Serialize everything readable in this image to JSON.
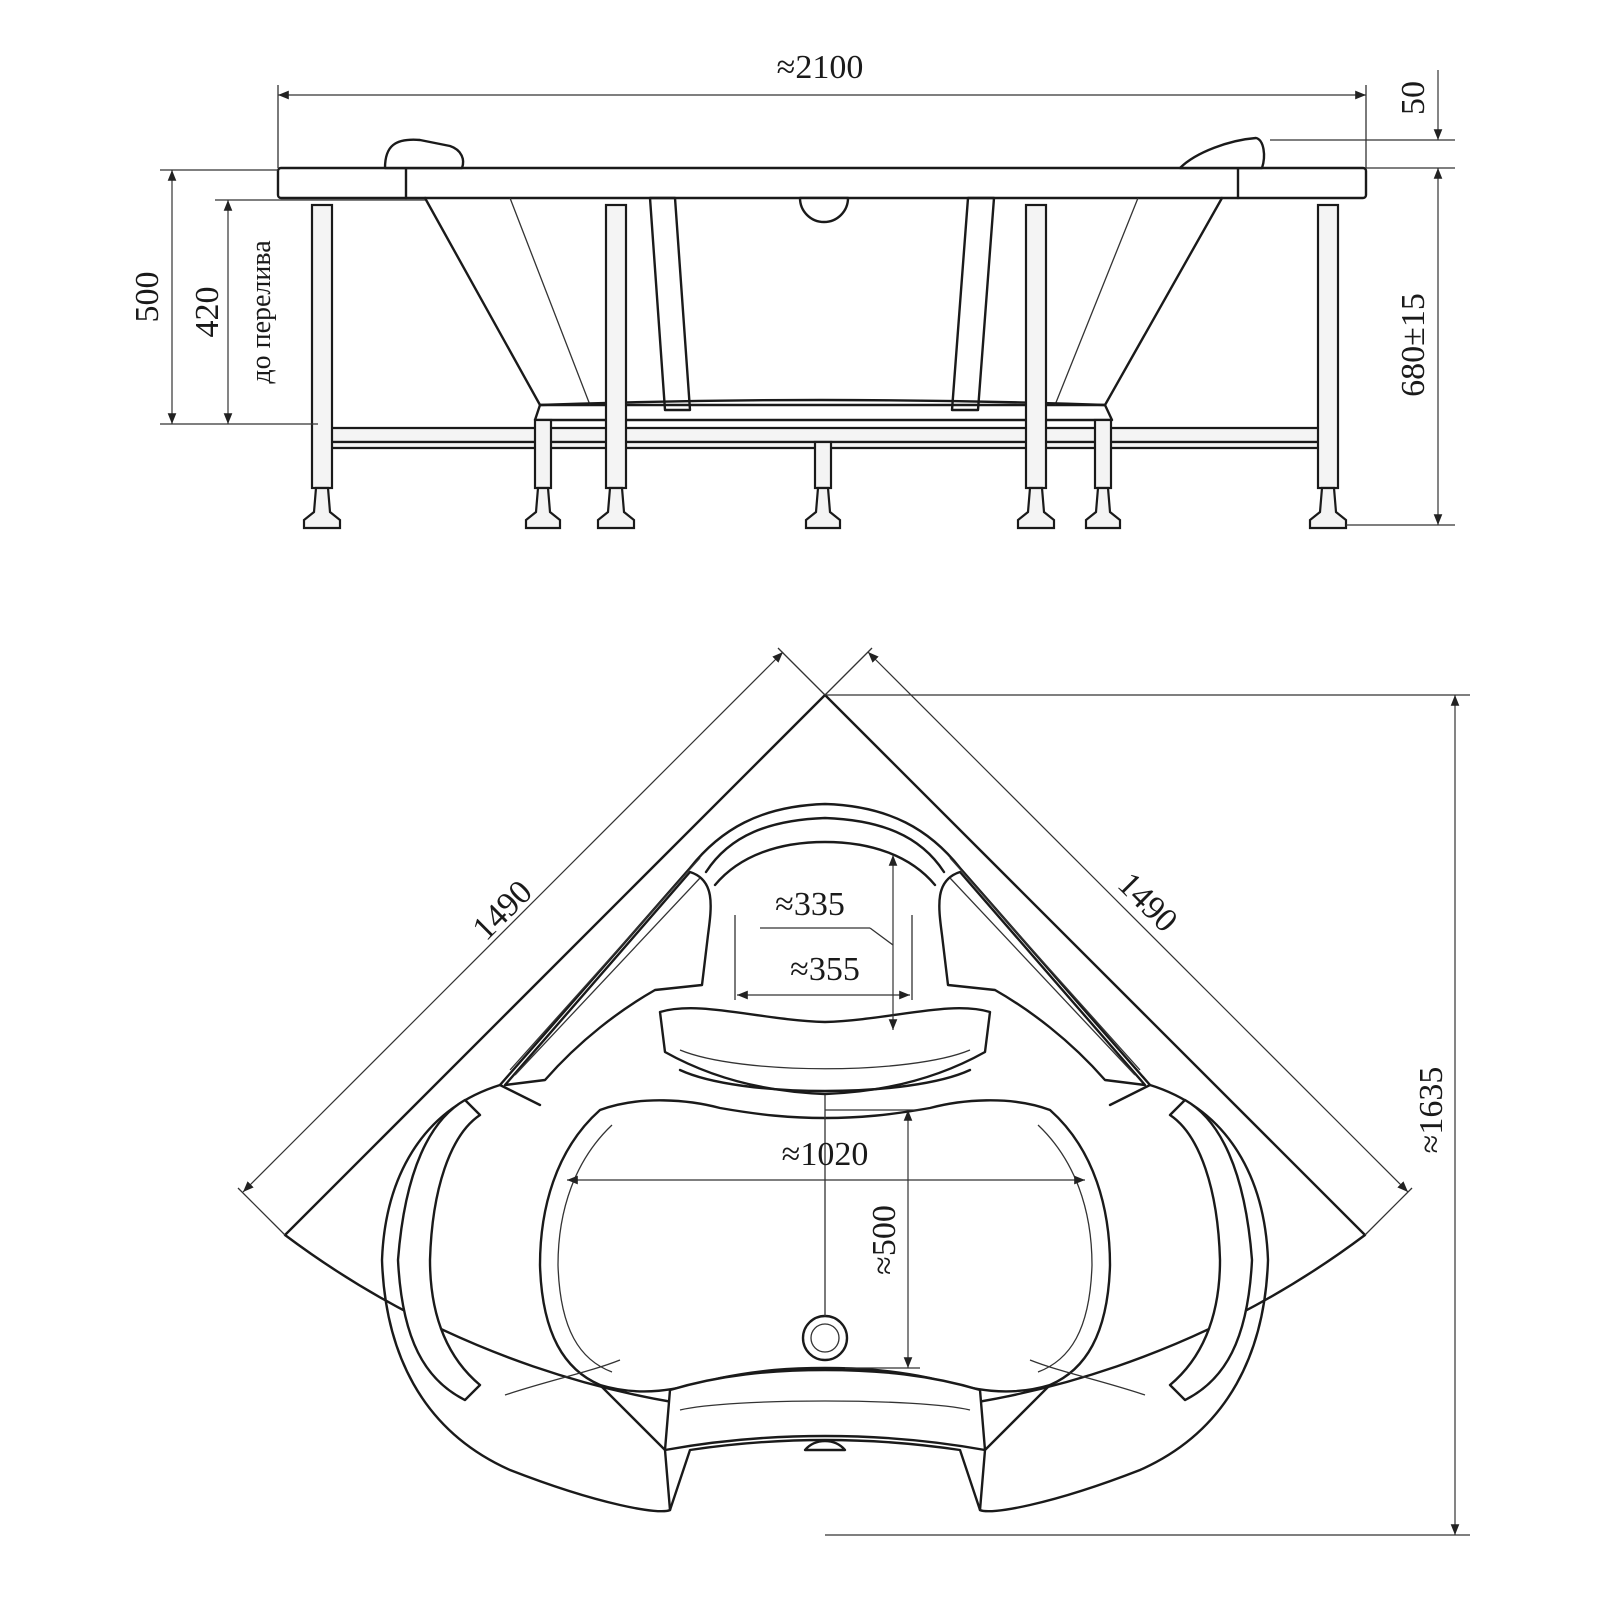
{
  "side_view": {
    "width_label": "≈2100",
    "rim_label": "50",
    "height_total_label": "500",
    "height_overflow_label": "420",
    "overflow_note": "до перелива",
    "leg_height_label": "680±15"
  },
  "top_view": {
    "side_left_label": "1490",
    "side_right_label": "1490",
    "diagonal_label": "≈1635",
    "headrest_inner_label": "≈335",
    "headrest_outer_label": "≈355",
    "basin_width_label": "≈1020",
    "basin_depth_label": "≈500"
  }
}
